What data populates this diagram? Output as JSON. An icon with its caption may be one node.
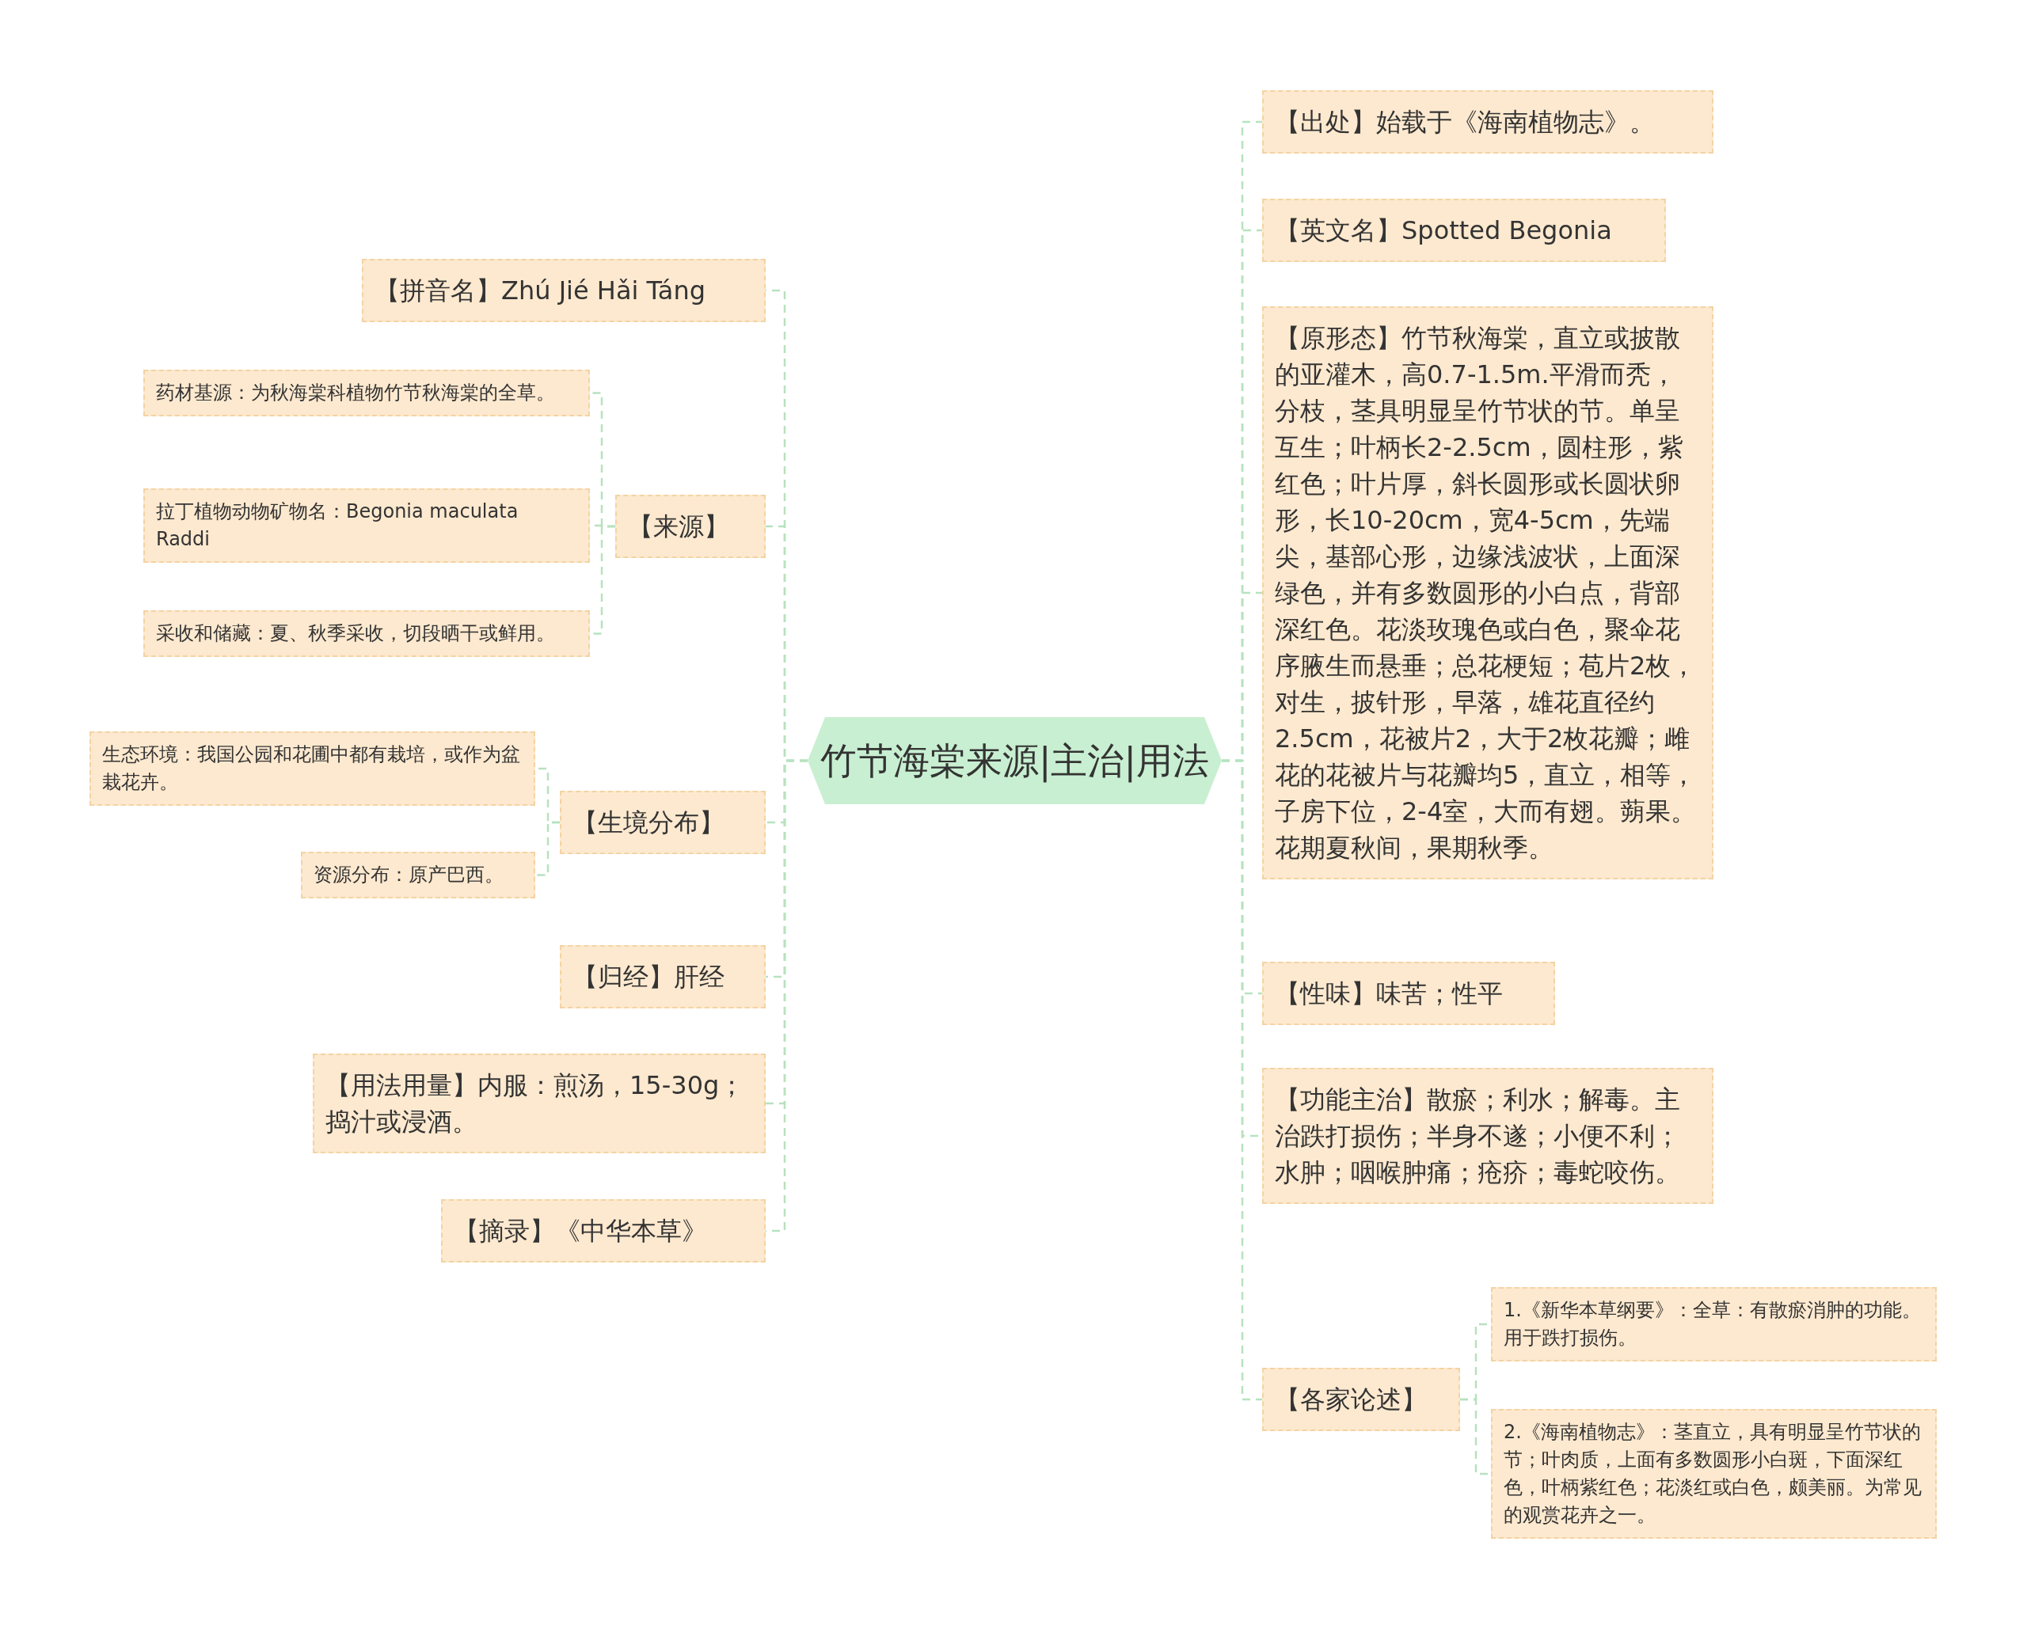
{
  "diagram": {
    "nodes": [
      {
        "text": [
          "竹节海棠来源|主治|用法"
        ]
      },
      {
        "text": [
          "【拼音名】Zhú Jié Hǎi Táng"
        ]
      },
      {
        "text": [
          "【来源】"
        ]
      },
      {
        "text": [
          "药材基源：为秋海棠科植物竹节秋海棠的全草。"
        ]
      },
      {
        "text": [
          "拉丁植物动物矿物名：Begonia maculata Raddi"
        ]
      },
      {
        "text": [
          "采收和储藏：夏、秋季采收，切段晒干或鲜用。"
        ]
      },
      {
        "text": [
          "【生境分布】"
        ]
      },
      {
        "text": [
          "生态环境：我国公园和花圃中都有栽培，或作为盆栽花卉。"
        ]
      },
      {
        "text": [
          "资源分布：原产巴西。"
        ]
      },
      {
        "text": [
          "【归经】肝经"
        ]
      },
      {
        "text": [
          "【用法用量】内服：煎汤，15-30g；捣汁或浸酒。"
        ]
      },
      {
        "text": [
          "【摘录】《中华本草》"
        ]
      },
      {
        "text": [
          "【出处】始载于《海南植物志》。"
        ]
      },
      {
        "text": [
          "【英文名】Spotted Begonia"
        ]
      },
      {
        "text": [
          "【原形态】竹节秋海棠，直立或披散的亚灌木，高0.7-1.5m.平滑而秃，分枝，茎具明显呈竹节状的节。单呈互生；叶柄长2-2.5cm，圆柱形，紫红色；叶片厚，斜长圆形或长圆状卵形，长10-20cm，宽4-5cm，先端尖，基部心形，边缘浅波状，上面深绿色，并有多数圆形的小白点，背部深红色。花淡玫瑰色或白色，聚伞花序腋生而悬垂；总花梗短；苞片2枚，对生，披针形，早落，雄花直径约2.5cm，花被片2，大于2枚花瓣；雌花的花被片与花瓣均5，直立，相等，子房下位，2-4室，大而有翅。蒴果。花期夏秋间，果期秋季。"
        ]
      },
      {
        "text": [
          "【性味】味苦；性平"
        ]
      },
      {
        "text": [
          "【功能主治】散瘀；利水；解毒。主治跌打损伤；半身不遂；小便不利；水肿；咽喉肿痛；疮疥；毒蛇咬伤。"
        ]
      },
      {
        "text": [
          "【各家论述】"
        ]
      },
      {
        "text": [
          "1.《新华本草纲要》：全草：有散瘀消肿的功能。用于跌打损伤。"
        ]
      },
      {
        "text": [
          "2.《海南植物志》：茎直立，具有明显呈竹节状的节；叶肉质，上面有多数圆形小白斑，下面深红色，叶柄紫红色；花淡红或白色，颇美丽。为常见的观赏花卉之一。"
        ]
      }
    ],
    "edges": [
      {
        "from": 0,
        "to": 1,
        "arrow": "none"
      },
      {
        "from": 0,
        "to": 2,
        "arrow": "none"
      },
      {
        "from": 2,
        "to": 3,
        "arrow": "none"
      },
      {
        "from": 2,
        "to": 4,
        "arrow": "none"
      },
      {
        "from": 2,
        "to": 5,
        "arrow": "none"
      },
      {
        "from": 0,
        "to": 6,
        "arrow": "none"
      },
      {
        "from": 6,
        "to": 7,
        "arrow": "none"
      },
      {
        "from": 6,
        "to": 8,
        "arrow": "none"
      },
      {
        "from": 0,
        "to": 9,
        "arrow": "none"
      },
      {
        "from": 0,
        "to": 10,
        "arrow": "none"
      },
      {
        "from": 0,
        "to": 11,
        "arrow": "none"
      },
      {
        "from": 0,
        "to": 12,
        "arrow": "none"
      },
      {
        "from": 0,
        "to": 13,
        "arrow": "none"
      },
      {
        "from": 0,
        "to": 14,
        "arrow": "none"
      },
      {
        "from": 0,
        "to": 15,
        "arrow": "none"
      },
      {
        "from": 0,
        "to": 16,
        "arrow": "none"
      },
      {
        "from": 0,
        "to": 17,
        "arrow": "none"
      },
      {
        "from": 17,
        "to": 18,
        "arrow": "none"
      },
      {
        "from": 17,
        "to": 19,
        "arrow": "none"
      }
    ]
  }
}
